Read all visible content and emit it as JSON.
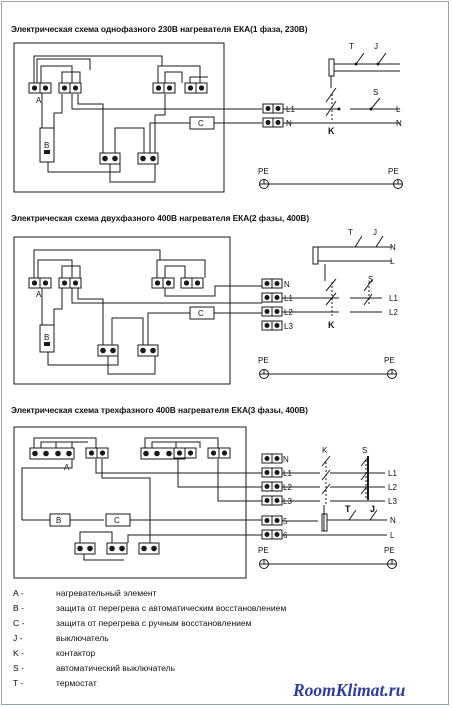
{
  "titles": {
    "single_phase": "Электрическая схема однофазного 230В нагревателя ЕКА(1 фаза, 230В)",
    "two_phase": "Электрическая схема двухфазного 400В нагревателя ЕКА(2 фазы, 400В)",
    "three_phase": "Электрическая схема трехфазного 400В нагревателя ЕКА(3 фазы, 400В)"
  },
  "labels": {
    "A": "A",
    "B": "B",
    "C": "C",
    "T": "T",
    "J": "J",
    "K": "K",
    "S": "S",
    "PE": "PE",
    "N": "N",
    "L": "L",
    "L1": "L1",
    "L2": "L2",
    "L3": "L3",
    "five": "5",
    "six": "6"
  },
  "legend": [
    {
      "key": "A -",
      "text": "нагревательный элемент"
    },
    {
      "key": "B -",
      "text": "защита от перегрева с автоматическим восстановлением"
    },
    {
      "key": "C -",
      "text": "защита от перегрева с ручным восстановлением"
    },
    {
      "key": "J -",
      "text": "выключатель"
    },
    {
      "key": "K -",
      "text": "контактор"
    },
    {
      "key": "S -",
      "text": "автоматический выключатель"
    },
    {
      "key": "T -",
      "text": "термостат"
    }
  ],
  "brand": "RoomKlimat.ru",
  "colors": {
    "line": "#1a1a1a",
    "brand": "#2d3e9b",
    "frame": "#9aa3b0"
  }
}
